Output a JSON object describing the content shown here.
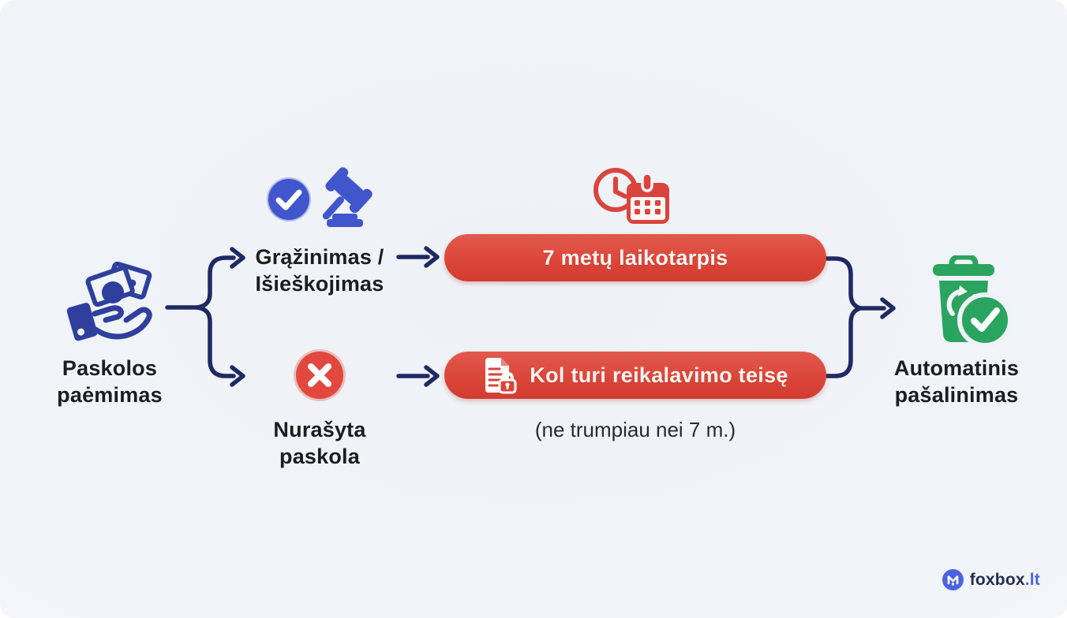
{
  "title": "Loan data retention flow infographic",
  "colors": {
    "background": "#f1f4f8",
    "connector_navy": "#1f2a63",
    "icon_indigo": "#2e3f9e",
    "icon_blue": "#4156cc",
    "pill_red": "#dc4639",
    "icon_red": "#d9453c",
    "icon_green": "#2aa45f",
    "text_dark": "#1d1d20",
    "pill_text_white": "#fdf4f2",
    "logo_blue": "#4b63e0",
    "logo_navy": "#272c50"
  },
  "start": {
    "icon": "hand-money-icon",
    "label_lines": [
      "Paskolos",
      "paėmimas"
    ]
  },
  "branch_top": {
    "icons": [
      "check-circle-icon",
      "gavel-icon"
    ],
    "label_lines": [
      "Grąžinimas /",
      "Išieškojimas"
    ]
  },
  "branch_bottom": {
    "icon": "x-circle-icon",
    "label_lines": [
      "Nurašyta",
      "paskola"
    ]
  },
  "pill_top": {
    "icon_above": "clock-calendar-icon",
    "label": "7 metų laikotarpis"
  },
  "pill_bottom": {
    "icon": "document-lock-icon",
    "label": "Kol turi reikalavimo teisę",
    "note": "(ne trumpiau nei 7 m.)"
  },
  "end": {
    "icon": "trash-recycle-check-icon",
    "label_lines": [
      "Automatinis",
      "pašalinimas"
    ]
  },
  "logo": {
    "icon": "foxbox-mark-icon",
    "brand": "foxbox",
    "tld": ".lt"
  }
}
